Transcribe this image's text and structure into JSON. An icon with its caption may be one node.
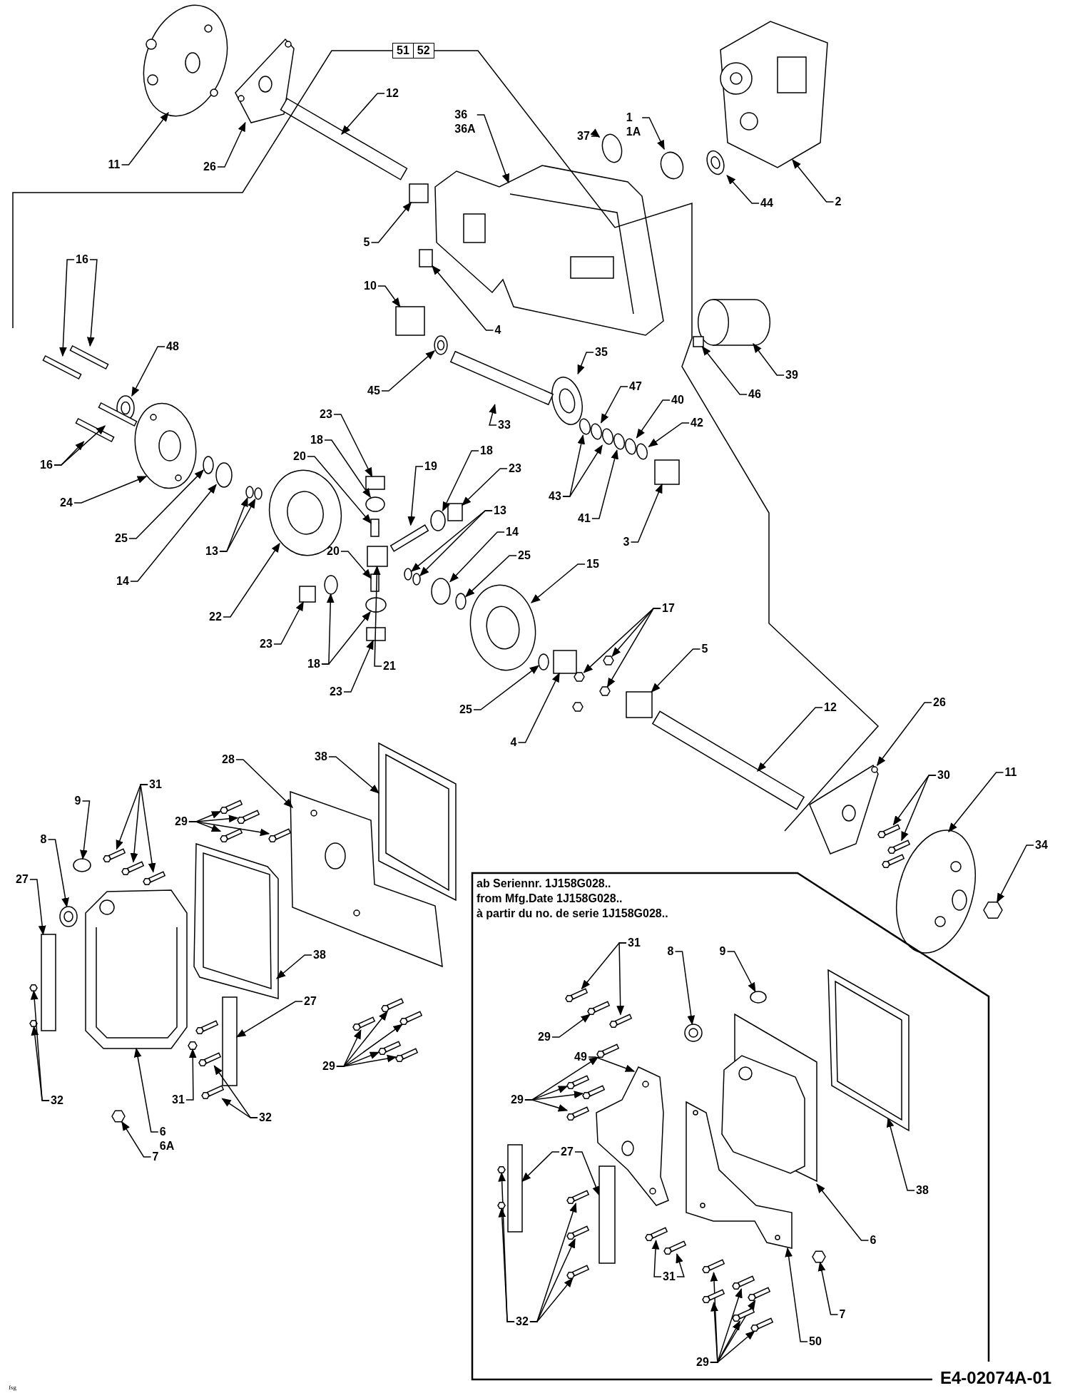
{
  "diagram": {
    "nodes": [
      {
        "text": [
          "51",
          "52"
        ]
      },
      {
        "text": [
          "11"
        ]
      },
      {
        "text": [
          "26"
        ]
      },
      {
        "text": [
          "12"
        ]
      },
      {
        "text": [
          "36",
          "36A"
        ]
      },
      {
        "text": [
          "37"
        ]
      },
      {
        "text": [
          "1",
          "1A"
        ]
      },
      {
        "text": [
          "44"
        ]
      },
      {
        "text": [
          "2"
        ]
      },
      {
        "text": [
          "16"
        ]
      },
      {
        "text": [
          "48"
        ]
      },
      {
        "text": [
          "5"
        ]
      },
      {
        "text": [
          "10"
        ]
      },
      {
        "text": [
          "4"
        ]
      },
      {
        "text": [
          "45"
        ]
      },
      {
        "text": [
          "35"
        ]
      },
      {
        "text": [
          "39"
        ]
      },
      {
        "text": [
          "46"
        ]
      },
      {
        "text": [
          "33"
        ]
      },
      {
        "text": [
          "16"
        ]
      },
      {
        "text": [
          "23"
        ]
      },
      {
        "text": [
          "18"
        ]
      },
      {
        "text": [
          "20"
        ]
      },
      {
        "text": [
          "19"
        ]
      },
      {
        "text": [
          "18"
        ]
      },
      {
        "text": [
          "23"
        ]
      },
      {
        "text": [
          "47"
        ]
      },
      {
        "text": [
          "40"
        ]
      },
      {
        "text": [
          "42"
        ]
      },
      {
        "text": [
          "43"
        ]
      },
      {
        "text": [
          "41"
        ]
      },
      {
        "text": [
          "3"
        ]
      },
      {
        "text": [
          "24"
        ]
      },
      {
        "text": [
          "25"
        ]
      },
      {
        "text": [
          "13"
        ]
      },
      {
        "text": [
          "14"
        ]
      },
      {
        "text": [
          "22"
        ]
      },
      {
        "text": [
          "20"
        ]
      },
      {
        "text": [
          "13"
        ]
      },
      {
        "text": [
          "14"
        ]
      },
      {
        "text": [
          "25"
        ]
      },
      {
        "text": [
          "15"
        ]
      },
      {
        "text": [
          "23"
        ]
      },
      {
        "text": [
          "18"
        ]
      },
      {
        "text": [
          "21"
        ]
      },
      {
        "text": [
          "23"
        ]
      },
      {
        "text": [
          "25"
        ]
      },
      {
        "text": [
          "17"
        ]
      },
      {
        "text": [
          "5"
        ]
      },
      {
        "text": [
          "4"
        ]
      },
      {
        "text": [
          "12"
        ]
      },
      {
        "text": [
          "26"
        ]
      },
      {
        "text": [
          "30"
        ]
      },
      {
        "text": [
          "11"
        ]
      },
      {
        "text": [
          "34"
        ]
      },
      {
        "text": [
          "28"
        ]
      },
      {
        "text": [
          "38"
        ]
      },
      {
        "text": [
          "31"
        ]
      },
      {
        "text": [
          "9"
        ]
      },
      {
        "text": [
          "29"
        ]
      },
      {
        "text": [
          "8"
        ]
      },
      {
        "text": [
          "27"
        ]
      },
      {
        "text": [
          "38"
        ]
      },
      {
        "text": [
          "27"
        ]
      },
      {
        "text": [
          "32"
        ]
      },
      {
        "text": [
          "31"
        ]
      },
      {
        "text": [
          "6",
          "6A"
        ]
      },
      {
        "text": [
          "7"
        ]
      },
      {
        "text": [
          "32"
        ]
      },
      {
        "text": [
          "29"
        ]
      },
      {
        "text": [
          "ab Seriennr. 1J158G028..",
          "from Mfg.Date 1J158G028..",
          "à partir du no. de serie 1J158G028.."
        ]
      },
      {
        "text": [
          "31"
        ],
        "in": 70
      },
      {
        "text": [
          "8"
        ],
        "in": 70
      },
      {
        "text": [
          "9"
        ],
        "in": 70
      },
      {
        "text": [
          "29"
        ],
        "in": 70
      },
      {
        "text": [
          "49"
        ],
        "in": 70
      },
      {
        "text": [
          "29"
        ],
        "in": 70
      },
      {
        "text": [
          "27"
        ],
        "in": 70
      },
      {
        "text": [
          "32"
        ],
        "in": 70
      },
      {
        "text": [
          "31"
        ],
        "in": 70
      },
      {
        "text": [
          "7"
        ],
        "in": 70
      },
      {
        "text": [
          "6"
        ],
        "in": 70
      },
      {
        "text": [
          "38"
        ],
        "in": 70
      },
      {
        "text": [
          "50"
        ],
        "in": 70
      },
      {
        "text": [
          "29"
        ],
        "in": 70
      },
      {
        "text": [],
        "shape": "picture"
      },
      {
        "text": [],
        "shape": "picture"
      },
      {
        "text": [],
        "shape": "bar"
      },
      {
        "text": [],
        "shape": "picture"
      },
      {
        "text": [],
        "shape": "circle"
      },
      {
        "text": [],
        "shape": "circle"
      },
      {
        "text": [],
        "shape": "ring"
      },
      {
        "text": [],
        "shape": "picture"
      },
      {
        "text": [],
        "shape": "bar"
      },
      {
        "text": [],
        "shape": "bar"
      },
      {
        "text": [],
        "shape": "ring"
      },
      {
        "text": [],
        "shape": "box"
      },
      {
        "text": [],
        "shape": "box"
      },
      {
        "text": [],
        "shape": "box"
      },
      {
        "text": [],
        "shape": "ring"
      },
      {
        "text": [],
        "shape": "ring"
      },
      {
        "text": [],
        "shape": "cylinder"
      },
      {
        "text": [],
        "shape": "box"
      },
      {
        "text": [],
        "shape": "bar"
      },
      {
        "text": [],
        "shape": "bar"
      },
      {
        "text": [],
        "shape": "bar"
      },
      {
        "text": [],
        "shape": "box"
      },
      {
        "text": [],
        "shape": "circle"
      },
      {
        "text": [],
        "shape": "box"
      },
      {
        "text": [],
        "shape": "bar"
      },
      {
        "text": [],
        "shape": "circle"
      },
      {
        "text": [],
        "shape": "box"
      },
      {
        "text": [],
        "shape": "circle"
      },
      {
        "text": [],
        "shape": "circle"
      },
      {
        "text": [],
        "shape": "circle"
      },
      {
        "text": [],
        "shape": "circle"
      },
      {
        "text": [],
        "shape": "circle"
      },
      {
        "text": [],
        "shape": "circle"
      },
      {
        "text": [],
        "shape": "box"
      },
      {
        "text": [],
        "shape": "picture"
      },
      {
        "text": [],
        "shape": "circle"
      },
      {
        "text": [],
        "shape": "circle"
      },
      {
        "text": [],
        "shape": "circle"
      },
      {
        "text": [],
        "shape": "circle"
      },
      {
        "text": [],
        "shape": "ring"
      },
      {
        "text": [],
        "shape": "box"
      },
      {
        "text": [],
        "shape": "circle"
      },
      {
        "text": [],
        "shape": "circle"
      },
      {
        "text": [],
        "shape": "circle"
      },
      {
        "text": [],
        "shape": "circle"
      },
      {
        "text": [],
        "shape": "ring"
      },
      {
        "text": [],
        "shape": "box"
      },
      {
        "text": [],
        "shape": "circle"
      },
      {
        "text": [],
        "shape": "circle"
      },
      {
        "text": [],
        "shape": "box"
      },
      {
        "text": [],
        "shape": "box"
      },
      {
        "text": [],
        "shape": "circle"
      },
      {
        "text": [],
        "shape": "hexagon"
      },
      {
        "text": [],
        "shape": "hexagon"
      },
      {
        "text": [],
        "shape": "hexagon"
      },
      {
        "text": [],
        "shape": "box"
      },
      {
        "text": [],
        "shape": "box"
      },
      {
        "text": [],
        "shape": "bar"
      },
      {
        "text": [],
        "shape": "picture"
      },
      {
        "text": [],
        "shape": "bolt"
      },
      {
        "text": [],
        "shape": "bolt"
      },
      {
        "text": [],
        "shape": "picture"
      },
      {
        "text": [],
        "shape": "hexagon"
      },
      {
        "text": [],
        "shape": "picture"
      },
      {
        "text": [],
        "shape": "picture"
      },
      {
        "text": [],
        "shape": "bolt"
      },
      {
        "text": [],
        "shape": "bolt"
      },
      {
        "text": [],
        "shape": "bolt"
      },
      {
        "text": [],
        "shape": "circle"
      },
      {
        "text": [],
        "shape": "bolt"
      },
      {
        "text": [],
        "shape": "bolt"
      },
      {
        "text": [],
        "shape": "bolt"
      },
      {
        "text": [],
        "shape": "bolt"
      },
      {
        "text": [],
        "shape": "ring"
      },
      {
        "text": [],
        "shape": "box"
      },
      {
        "text": [],
        "shape": "picture"
      },
      {
        "text": [],
        "shape": "box"
      },
      {
        "text": [],
        "shape": "hexagon"
      },
      {
        "text": [],
        "shape": "hexagon"
      },
      {
        "text": [],
        "shape": "hexagon"
      },
      {
        "text": [],
        "shape": "picture"
      },
      {
        "text": [],
        "shape": "hexagon"
      },
      {
        "text": [],
        "shape": "bolt"
      },
      {
        "text": [],
        "shape": "bolt"
      },
      {
        "text": [],
        "shape": "bolt"
      },
      {
        "text": [],
        "shape": "bolt"
      },
      {
        "text": [],
        "shape": "bolt"
      },
      {
        "text": [],
        "shape": "bolt"
      },
      {
        "text": [],
        "shape": "bolt"
      },
      {
        "text": [],
        "shape": "bolt",
        "in": 70
      },
      {
        "text": [],
        "shape": "bolt",
        "in": 70
      },
      {
        "text": [],
        "shape": "ring",
        "in": 70
      },
      {
        "text": [],
        "shape": "circle",
        "in": 70
      },
      {
        "text": [],
        "shape": "bolt",
        "in": 70
      },
      {
        "text": [],
        "shape": "picture",
        "in": 70
      },
      {
        "text": [],
        "shape": "bolt",
        "in": 70
      },
      {
        "text": [],
        "shape": "bolt",
        "in": 70
      },
      {
        "text": [],
        "shape": "bolt",
        "in": 70
      },
      {
        "text": [],
        "shape": "bolt",
        "in": 70
      },
      {
        "text": [],
        "shape": "box",
        "in": 70
      },
      {
        "text": [],
        "shape": "box",
        "in": 70
      },
      {
        "text": [],
        "shape": "hexagon",
        "in": 70
      },
      {
        "text": [],
        "shape": "hexagon",
        "in": 70
      },
      {
        "text": [],
        "shape": "bolt",
        "in": 70
      },
      {
        "text": [],
        "shape": "bolt",
        "in": 70
      },
      {
        "text": [],
        "shape": "bolt",
        "in": 70
      },
      {
        "text": [],
        "shape": "bolt",
        "in": 70
      },
      {
        "text": [],
        "shape": "bolt",
        "in": 70
      },
      {
        "text": [],
        "shape": "hexagon",
        "in": 70
      },
      {
        "text": [],
        "shape": "picture",
        "in": 70
      },
      {
        "text": [],
        "shape": "picture",
        "in": 70
      },
      {
        "text": [],
        "shape": "picture",
        "in": 70
      },
      {
        "text": [],
        "shape": "bolt",
        "in": 70
      },
      {
        "text": [],
        "shape": "bolt",
        "in": 70
      },
      {
        "text": [],
        "shape": "bolt",
        "in": 70
      },
      {
        "text": [],
        "shape": "bolt",
        "in": 70
      },
      {
        "text": [],
        "shape": "bolt",
        "in": 70
      },
      {
        "text": [],
        "shape": "bolt",
        "in": 70
      }
    ],
    "edges": [
      {
        "from": 0,
        "to": null,
        "arrow": "none"
      },
      {
        "from": 0,
        "to": null,
        "arrow": "none"
      },
      {
        "from": 1,
        "to": 85,
        "arrow": "to"
      },
      {
        "from": 2,
        "to": 86,
        "arrow": "to"
      },
      {
        "from": 3,
        "to": 87,
        "arrow": "to"
      },
      {
        "from": 4,
        "to": 88,
        "arrow": "to"
      },
      {
        "from": 5,
        "to": 89,
        "arrow": "to"
      },
      {
        "from": 6,
        "to": 90,
        "arrow": "to"
      },
      {
        "from": 7,
        "to": 91,
        "arrow": "to"
      },
      {
        "from": 8,
        "to": 92,
        "arrow": "to"
      },
      {
        "from": 9,
        "to": 93,
        "arrow": "to"
      },
      {
        "from": 9,
        "to": 94,
        "arrow": "to"
      },
      {
        "from": 10,
        "to": 95,
        "arrow": "to"
      },
      {
        "from": 11,
        "to": 96,
        "arrow": "to"
      },
      {
        "from": 12,
        "to": 97,
        "arrow": "to"
      },
      {
        "from": 13,
        "to": 98,
        "arrow": "to"
      },
      {
        "from": 14,
        "to": 99,
        "arrow": "to"
      },
      {
        "from": 15,
        "to": 100,
        "arrow": "to"
      },
      {
        "from": 16,
        "to": 101,
        "arrow": "to"
      },
      {
        "from": 17,
        "to": 102,
        "arrow": "to"
      },
      {
        "from": 18,
        "to": 103,
        "arrow": "to"
      },
      {
        "from": 19,
        "to": 104,
        "arrow": "to"
      },
      {
        "from": 19,
        "to": 105,
        "arrow": "to"
      },
      {
        "from": 20,
        "to": 106,
        "arrow": "to"
      },
      {
        "from": 21,
        "to": 107,
        "arrow": "to"
      },
      {
        "from": 22,
        "to": 108,
        "arrow": "to"
      },
      {
        "from": 23,
        "to": 109,
        "arrow": "to"
      },
      {
        "from": 24,
        "to": 110,
        "arrow": "to"
      },
      {
        "from": 25,
        "to": 111,
        "arrow": "to"
      },
      {
        "from": 26,
        "to": 112,
        "arrow": "to"
      },
      {
        "from": 27,
        "to": 113,
        "arrow": "to"
      },
      {
        "from": 28,
        "to": 114,
        "arrow": "to"
      },
      {
        "from": 29,
        "to": 115,
        "arrow": "to"
      },
      {
        "from": 29,
        "to": 116,
        "arrow": "to"
      },
      {
        "from": 30,
        "to": 117,
        "arrow": "to"
      },
      {
        "from": 31,
        "to": 118,
        "arrow": "to"
      },
      {
        "from": 32,
        "to": 119,
        "arrow": "to"
      },
      {
        "from": 33,
        "to": 120,
        "arrow": "to"
      },
      {
        "from": 34,
        "to": 121,
        "arrow": "to"
      },
      {
        "from": 34,
        "to": 122,
        "arrow": "to"
      },
      {
        "from": 35,
        "to": 123,
        "arrow": "to"
      },
      {
        "from": 36,
        "to": 124,
        "arrow": "to"
      },
      {
        "from": 37,
        "to": 125,
        "arrow": "to"
      },
      {
        "from": 38,
        "to": 126,
        "arrow": "to"
      },
      {
        "from": 38,
        "to": 127,
        "arrow": "to"
      },
      {
        "from": 39,
        "to": 128,
        "arrow": "to"
      },
      {
        "from": 40,
        "to": 129,
        "arrow": "to"
      },
      {
        "from": 41,
        "to": 130,
        "arrow": "to"
      },
      {
        "from": 42,
        "to": 131,
        "arrow": "to"
      },
      {
        "from": 43,
        "to": 132,
        "arrow": "to"
      },
      {
        "from": 43,
        "to": 133,
        "arrow": "to"
      },
      {
        "from": 44,
        "to": 134,
        "arrow": "to"
      },
      {
        "from": 45,
        "to": 135,
        "arrow": "to"
      },
      {
        "from": 46,
        "to": 136,
        "arrow": "to"
      },
      {
        "from": 47,
        "to": 137,
        "arrow": "to"
      },
      {
        "from": 47,
        "to": 138,
        "arrow": "to"
      },
      {
        "from": 47,
        "to": 139,
        "arrow": "to"
      },
      {
        "from": 48,
        "to": 140,
        "arrow": "to"
      },
      {
        "from": 49,
        "to": 141,
        "arrow": "to"
      },
      {
        "from": 50,
        "to": 142,
        "arrow": "to"
      },
      {
        "from": 51,
        "to": 143,
        "arrow": "to"
      },
      {
        "from": 52,
        "to": 144,
        "arrow": "to"
      },
      {
        "from": 52,
        "to": 145,
        "arrow": "to"
      },
      {
        "from": 53,
        "to": 146,
        "arrow": "to"
      },
      {
        "from": 54,
        "to": 147,
        "arrow": "to"
      },
      {
        "from": 55,
        "to": 148,
        "arrow": "to"
      },
      {
        "from": 56,
        "to": 149,
        "arrow": "to"
      },
      {
        "from": 57,
        "to": 150,
        "arrow": "to"
      },
      {
        "from": 57,
        "to": 151,
        "arrow": "to"
      },
      {
        "from": 57,
        "to": 152,
        "arrow": "to"
      },
      {
        "from": 58,
        "to": 153,
        "arrow": "to"
      },
      {
        "from": 59,
        "to": 154,
        "arrow": "to"
      },
      {
        "from": 59,
        "to": 155,
        "arrow": "to"
      },
      {
        "from": 59,
        "to": 156,
        "arrow": "to"
      },
      {
        "from": 59,
        "to": 157,
        "arrow": "to"
      },
      {
        "from": 60,
        "to": 158,
        "arrow": "to"
      },
      {
        "from": 61,
        "to": 159,
        "arrow": "to"
      },
      {
        "from": 62,
        "to": 160,
        "arrow": "to"
      },
      {
        "from": 63,
        "to": 161,
        "arrow": "to"
      },
      {
        "from": 64,
        "to": 162,
        "arrow": "to"
      },
      {
        "from": 64,
        "to": 163,
        "arrow": "to"
      },
      {
        "from": 65,
        "to": 164,
        "arrow": "to"
      },
      {
        "from": 66,
        "to": 165,
        "arrow": "to"
      },
      {
        "from": 67,
        "to": 166,
        "arrow": "to"
      },
      {
        "from": 68,
        "to": 167,
        "arrow": "to"
      },
      {
        "from": 68,
        "to": 168,
        "arrow": "to"
      },
      {
        "from": 69,
        "to": 169,
        "arrow": "to"
      },
      {
        "from": 69,
        "to": 170,
        "arrow": "to"
      },
      {
        "from": 69,
        "to": 171,
        "arrow": "to"
      },
      {
        "from": 69,
        "to": 172,
        "arrow": "to"
      },
      {
        "from": 69,
        "to": 173,
        "arrow": "to"
      },
      {
        "from": 71,
        "to": 174,
        "arrow": "to"
      },
      {
        "from": 71,
        "to": 175,
        "arrow": "to"
      },
      {
        "from": 72,
        "to": 176,
        "arrow": "to"
      },
      {
        "from": 73,
        "to": 177,
        "arrow": "to"
      },
      {
        "from": 74,
        "to": 178,
        "arrow": "to"
      },
      {
        "from": 75,
        "to": 179,
        "arrow": "to"
      },
      {
        "from": 76,
        "to": 180,
        "arrow": "to"
      },
      {
        "from": 76,
        "to": 181,
        "arrow": "to"
      },
      {
        "from": 76,
        "to": 182,
        "arrow": "to"
      },
      {
        "from": 76,
        "to": 183,
        "arrow": "to"
      },
      {
        "from": 77,
        "to": 184,
        "arrow": "to"
      },
      {
        "from": 77,
        "to": 185,
        "arrow": "to"
      },
      {
        "from": 78,
        "to": 186,
        "arrow": "to"
      },
      {
        "from": 78,
        "to": 187,
        "arrow": "to"
      },
      {
        "from": 78,
        "to": 188,
        "arrow": "to"
      },
      {
        "from": 78,
        "to": 189,
        "arrow": "to"
      },
      {
        "from": 78,
        "to": 190,
        "arrow": "to"
      },
      {
        "from": 79,
        "to": 191,
        "arrow": "to"
      },
      {
        "from": 79,
        "to": 192,
        "arrow": "to"
      },
      {
        "from": 80,
        "to": 193,
        "arrow": "to"
      },
      {
        "from": 81,
        "to": 194,
        "arrow": "to"
      },
      {
        "from": 82,
        "to": 195,
        "arrow": "to"
      },
      {
        "from": 83,
        "to": 196,
        "arrow": "to"
      },
      {
        "from": 84,
        "to": 197,
        "arrow": "to"
      },
      {
        "from": 84,
        "to": 198,
        "arrow": "to"
      },
      {
        "from": 84,
        "to": 199,
        "arrow": "to"
      },
      {
        "from": 84,
        "to": 200,
        "arrow": "to"
      },
      {
        "from": 84,
        "to": 201,
        "arrow": "to"
      },
      {
        "from": 84,
        "to": 202,
        "arrow": "to"
      }
    ],
    "labels": [
      "E4-02074A-01",
      "fsg"
    ]
  }
}
